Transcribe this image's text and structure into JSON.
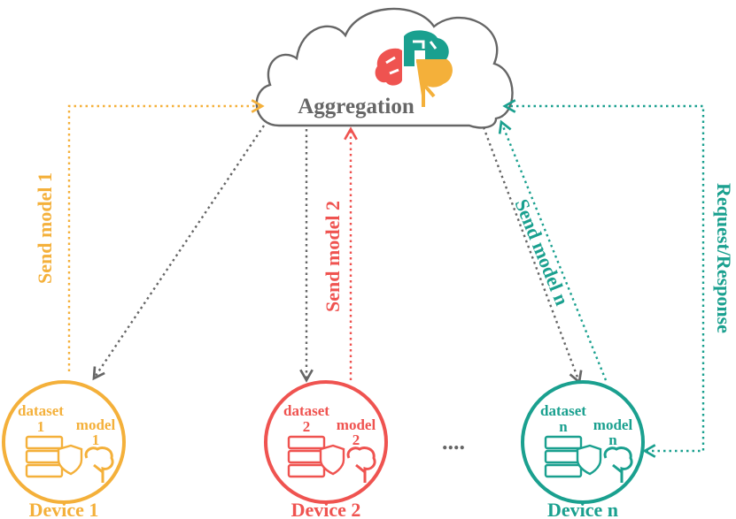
{
  "server": {
    "label": "Aggregation"
  },
  "colors": {
    "orange": "#f4b03a",
    "red": "#ef5350",
    "teal": "#1aa08f",
    "gray": "#666666"
  },
  "edges": {
    "send1": "Send model 1",
    "send2": "Send model 2",
    "sendn": "Send model n",
    "reqres": "Request/Response"
  },
  "devices": [
    {
      "dataset": "dataset",
      "dataset_idx": "1",
      "model": "model",
      "model_idx": "1",
      "name": "Device 1",
      "color": "#f4b03a"
    },
    {
      "dataset": "dataset",
      "dataset_idx": "2",
      "model": "model",
      "model_idx": "2",
      "name": "Device 2",
      "color": "#ef5350"
    },
    {
      "dataset": "dataset",
      "dataset_idx": "n",
      "model": "model",
      "model_idx": "n",
      "name": "Device n",
      "color": "#1aa08f"
    }
  ],
  "ellipsis": "...."
}
